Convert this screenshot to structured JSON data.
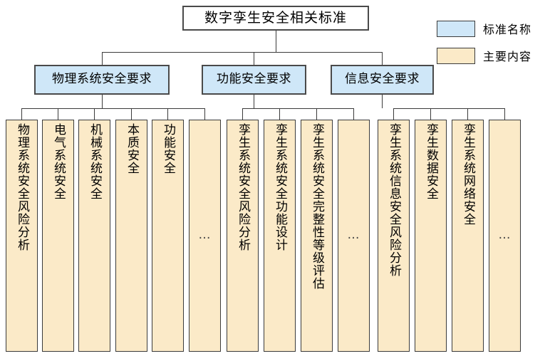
{
  "diagram": {
    "root": {
      "label": "数字孪生安全相关标准"
    },
    "branches": [
      {
        "label": "物理系统安全要求",
        "leaves": [
          {
            "label": "物理系统安全风险分析"
          },
          {
            "label": "电气系统安全"
          },
          {
            "label": "机械系统安全"
          },
          {
            "label": "本质安全"
          },
          {
            "label": "功能安全"
          },
          {
            "label": "…"
          }
        ]
      },
      {
        "label": "功能安全要求",
        "leaves": [
          {
            "label": "孪生系统安全风险分析"
          },
          {
            "label": "孪生系统安全功能设计"
          },
          {
            "label": "孪生系统安全完整性等级评估"
          },
          {
            "label": "…"
          }
        ]
      },
      {
        "label": "信息安全要求",
        "leaves": [
          {
            "label": "孪生系统信息安全风险分析"
          },
          {
            "label": "孪生数据安全"
          },
          {
            "label": "孪生系统网络安全"
          },
          {
            "label": "…"
          }
        ]
      }
    ]
  },
  "legend": {
    "items": [
      {
        "label": "标准名称",
        "color": "#cfe7f8"
      },
      {
        "label": "主要内容",
        "color": "#fbeac8"
      }
    ]
  }
}
